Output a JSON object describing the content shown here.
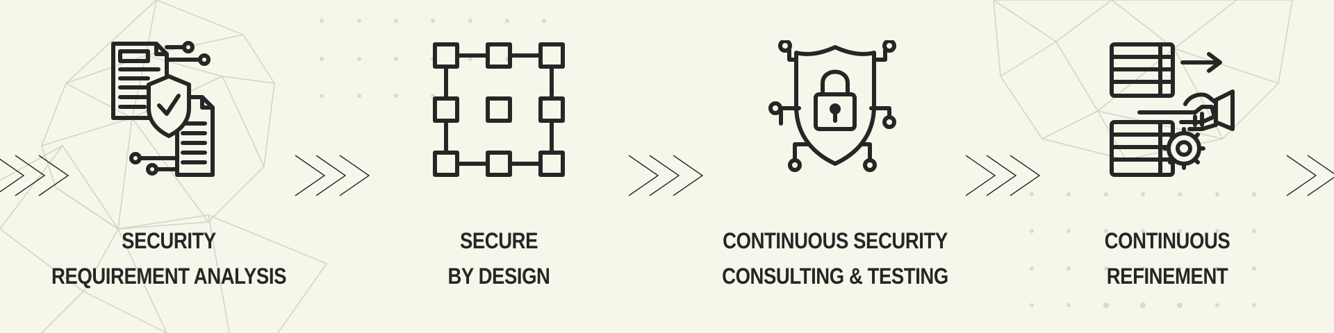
{
  "steps": [
    {
      "line1": "SECURITY",
      "line2": "REQUIREMENT ANALYSIS",
      "icon": "document-shield-check-icon"
    },
    {
      "line1": "SECURE",
      "line2": "BY DESIGN",
      "icon": "grid-squares-icon"
    },
    {
      "line1": "CONTINUOUS SECURITY",
      "line2": "CONSULTING & TESTING",
      "icon": "shield-lock-circuit-icon"
    },
    {
      "line1": "CONTINUOUS",
      "line2": "REFINEMENT",
      "icon": "table-gear-hand-icon"
    }
  ],
  "colors": {
    "background": "#f6f7ea",
    "ink": "#262626",
    "decor": "#d6d8c9"
  }
}
